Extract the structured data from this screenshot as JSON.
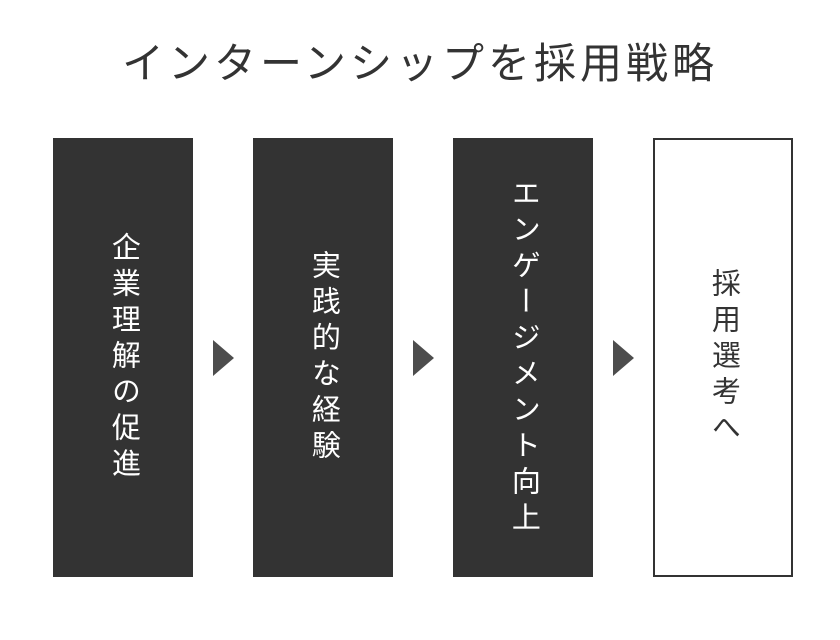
{
  "title": "インターンシップを採用戦略",
  "steps": [
    {
      "label": "企業理解の促進",
      "variant": "dark"
    },
    {
      "label": "実践的な経験",
      "variant": "dark"
    },
    {
      "label": "エンゲージメント向上",
      "variant": "dark"
    },
    {
      "label": "採用選考へ",
      "variant": "outline"
    }
  ],
  "icons": {
    "arrow_right": "▶"
  },
  "colors": {
    "background": "#ffffff",
    "title_color": "#333333",
    "box_fill": "#333333",
    "box_text": "#ffffff",
    "final_box_fill": "#ffffff",
    "final_box_border": "#333333",
    "final_box_text": "#333333",
    "arrow": "#4d4d4d"
  }
}
